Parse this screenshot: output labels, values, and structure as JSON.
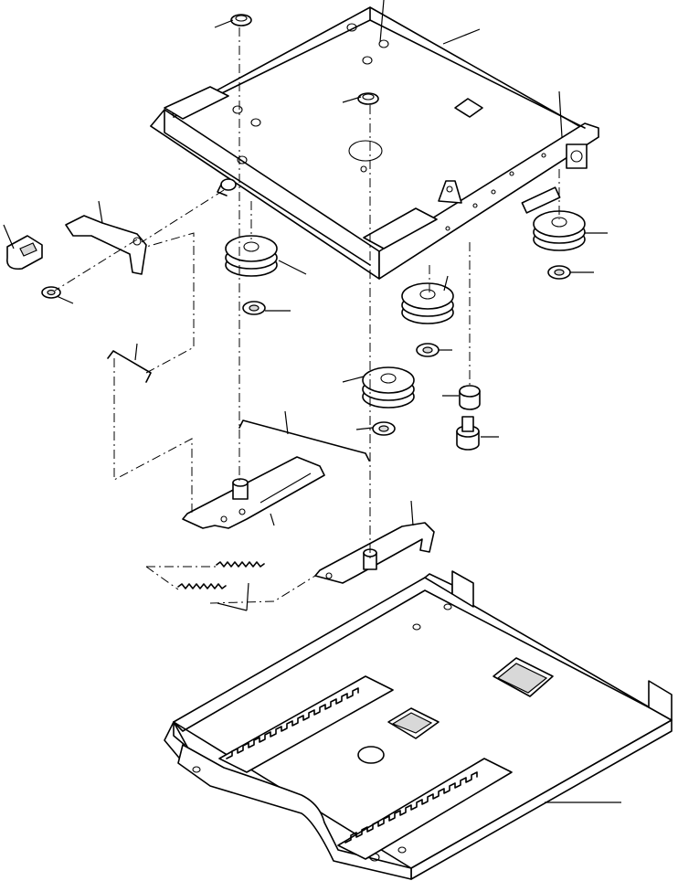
{
  "diagram": {
    "parts": [
      {
        "name": "upper-seat-frame"
      },
      {
        "name": "screw-top-left"
      },
      {
        "name": "screw-center"
      },
      {
        "name": "lever-knob"
      },
      {
        "name": "release-lever"
      },
      {
        "name": "lock-washer"
      },
      {
        "name": "link-rod"
      },
      {
        "name": "roller-left-front"
      },
      {
        "name": "roller-right-rear"
      },
      {
        "name": "roller-center"
      },
      {
        "name": "roller-left-rear"
      },
      {
        "name": "spacer-bushing"
      },
      {
        "name": "bolt"
      },
      {
        "name": "connecting-wire"
      },
      {
        "name": "left-latch-plate"
      },
      {
        "name": "right-latch-plate"
      },
      {
        "name": "return-spring-pair"
      },
      {
        "name": "lower-slide-base"
      }
    ]
  }
}
